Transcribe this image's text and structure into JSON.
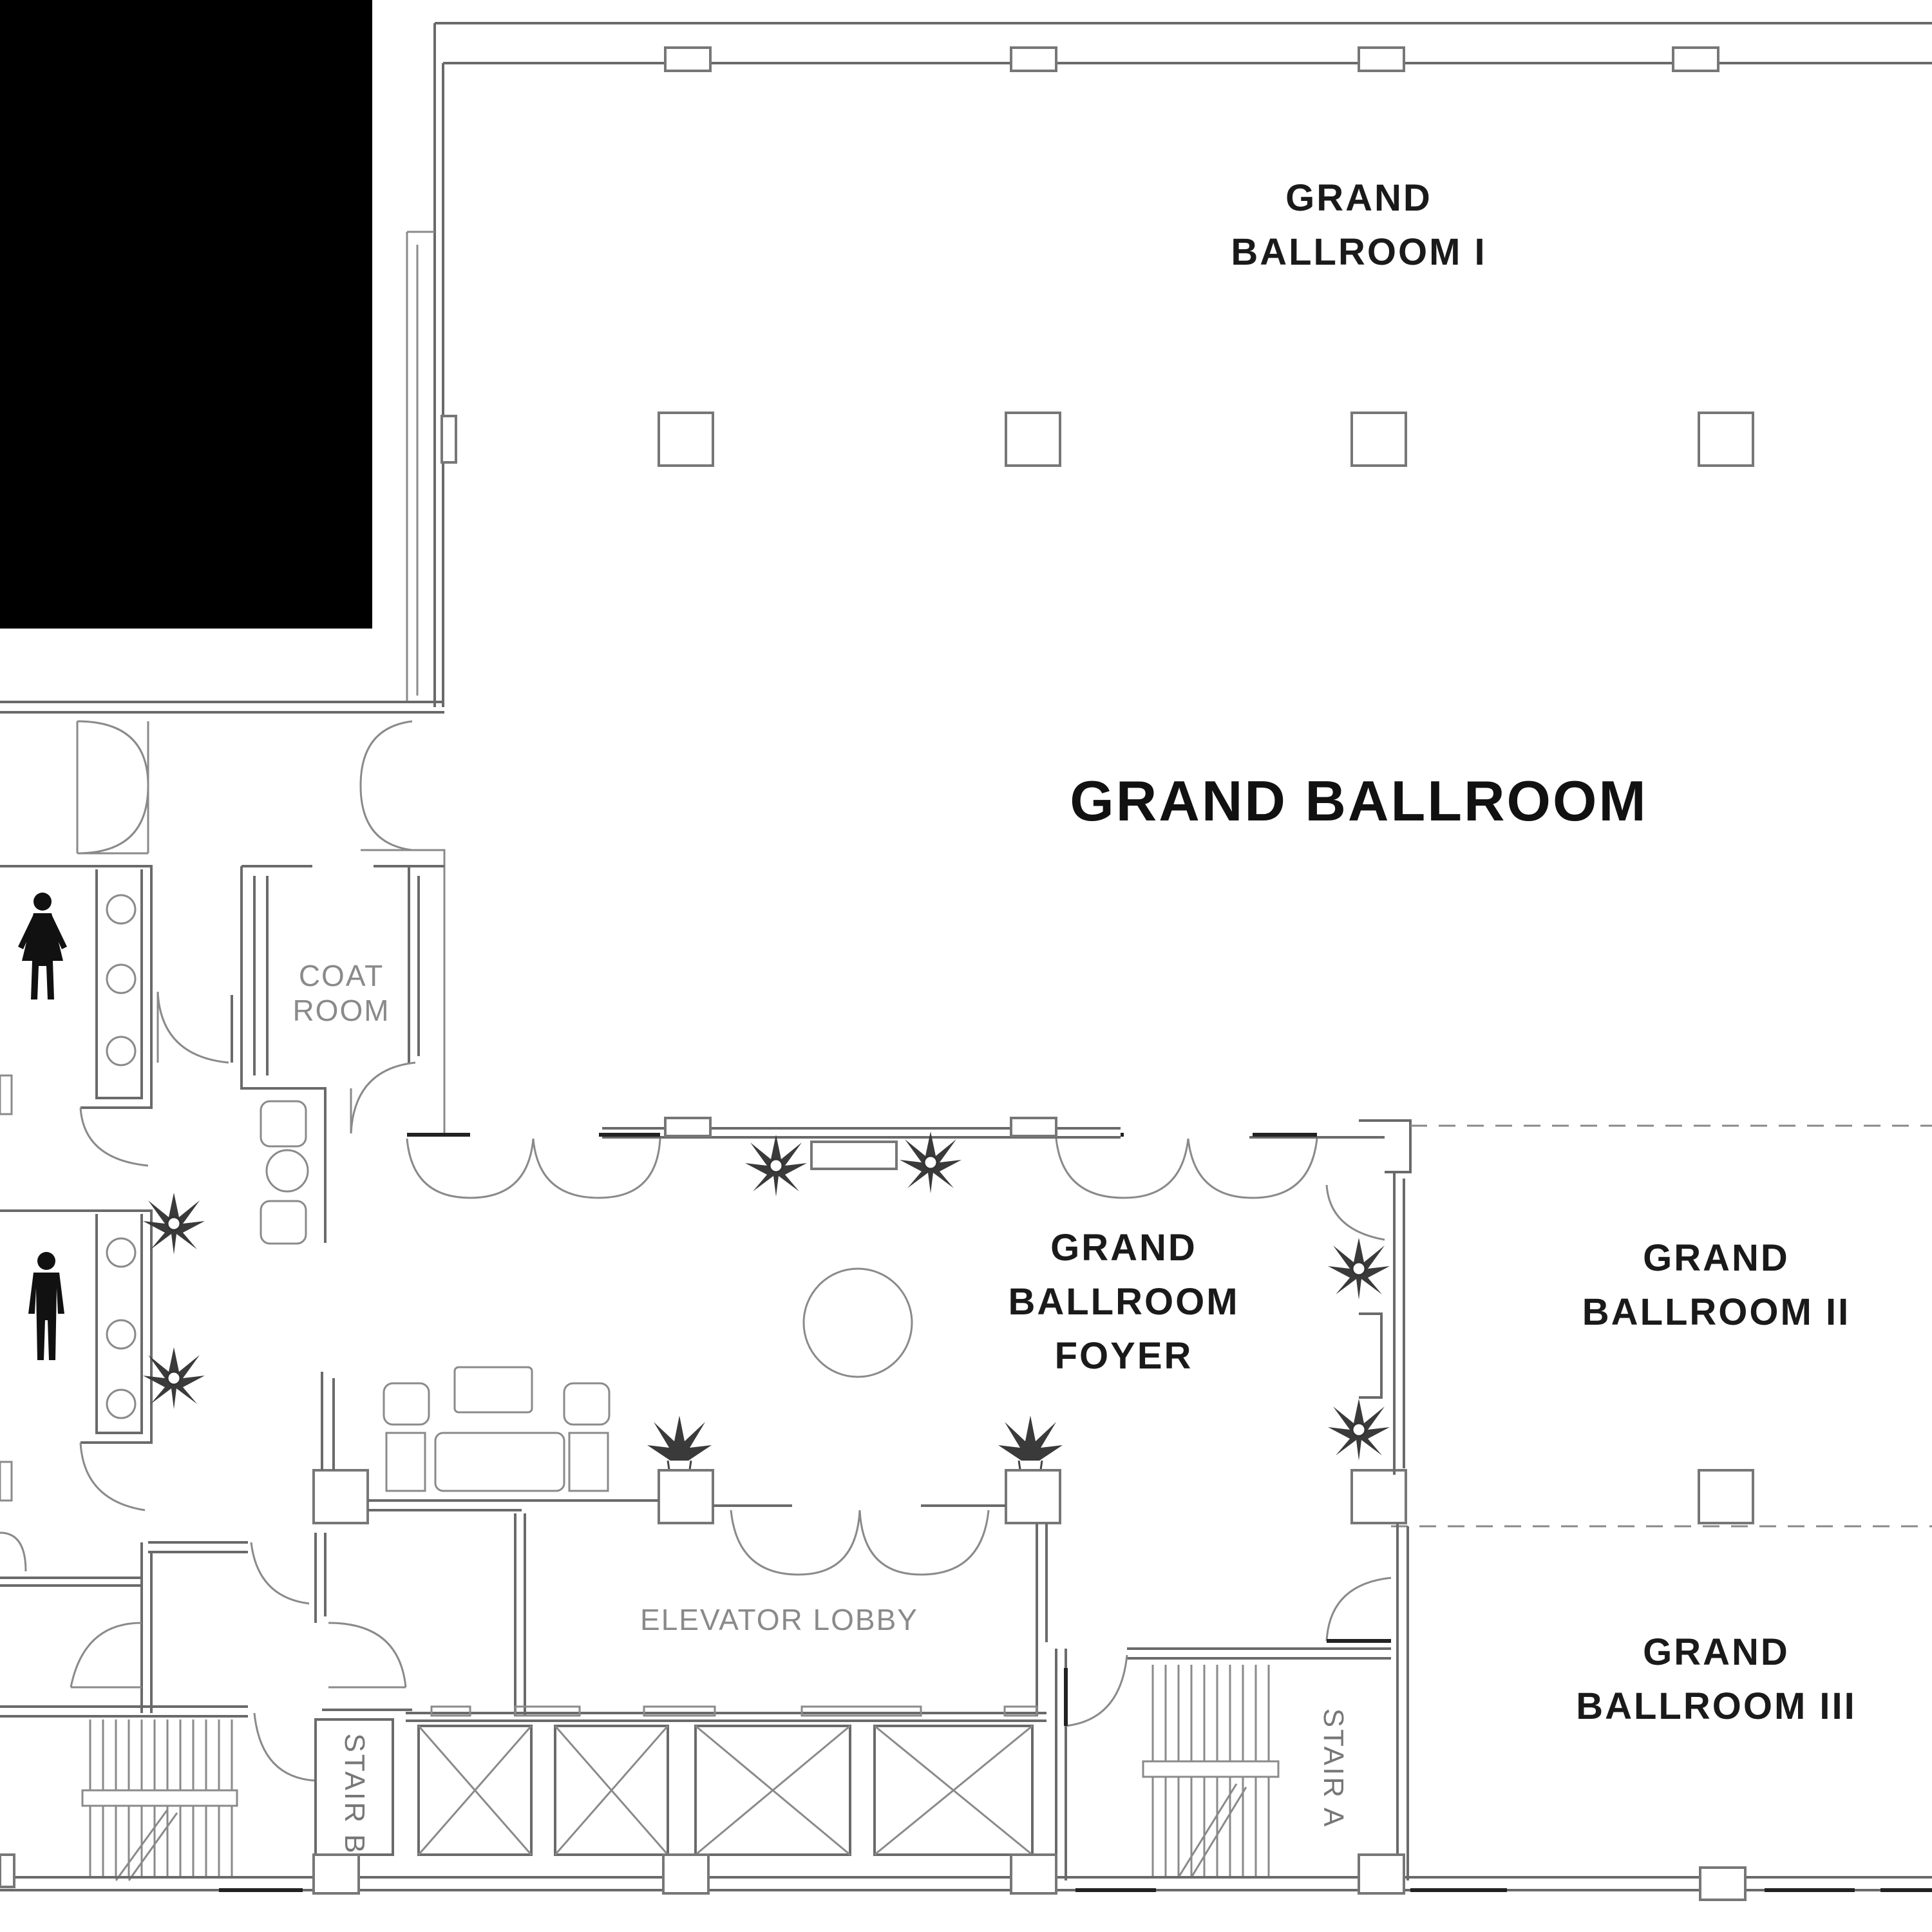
{
  "rooms": {
    "grand_ballroom": "GRAND BALLROOM",
    "grand_ballroom_1": "GRAND\nBALLROOM I",
    "grand_ballroom_2": "GRAND\nBALLROOM II",
    "grand_ballroom_3": "GRAND\nBALLROOM III",
    "foyer": "GRAND\nBALLROOM\nFOYER",
    "coat_room": "COAT\nROOM",
    "elevator_lobby": "ELEVATOR LOBBY",
    "stair_a": "STAIR A",
    "stair_b": "STAIR B"
  },
  "icons": {
    "restroom_women": "woman-restroom-icon",
    "restroom_men": "man-restroom-icon",
    "plant": "potted-plant-icon"
  },
  "colors": {
    "wall": "#6a6a6a",
    "text": "#1a1a1a",
    "blocked_area": "#000000"
  }
}
